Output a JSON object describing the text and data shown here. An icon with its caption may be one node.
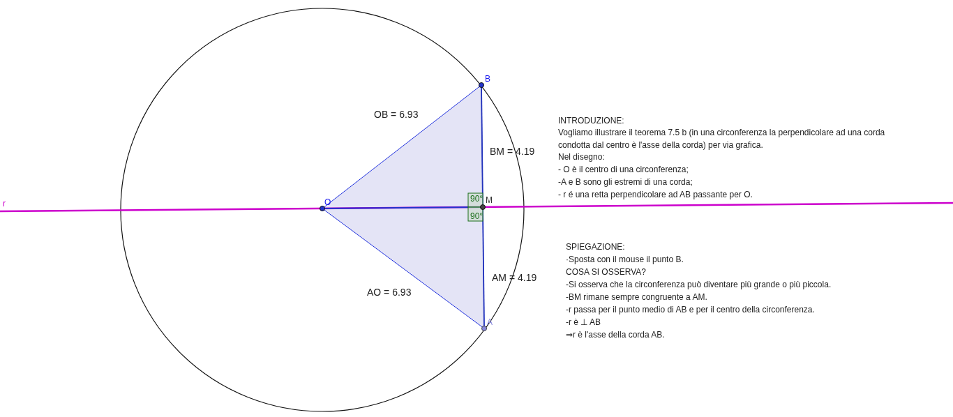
{
  "diagram": {
    "labels": [
      "B",
      "OB = 6.93",
      "INTRODUZIONE:",
      "Vogliamo illustrare il teorema 7.5 b (in una circonferenza la perpendicolare ad una corda condotta dal centro è l'asse della corda) per via grafica.",
      "Nel disegno:",
      "- O è il centro di una circonferenza;",
      "-A e B sono gli estremi di una corda;",
      "BM = 4.19",
      "- r é una retta perpendicolare ad AB passante per O.",
      "90°",
      "M",
      "r",
      "O",
      "90°",
      "SPIEGAZIONE:",
      "·Sposta con il mouse il punto B.",
      "COSA SI OSSERVA?",
      "AM = 4.19",
      "-Si osserva che la circonferenza può diventare più grande o più piccola.",
      "-BM rimane sempre congruente a AM.",
      "AO = 6.93",
      "-r passa per il punto medio di AB e per il centro della circonferenza.",
      "-r è ⊥ AB",
      "⇒r è l'asse della corda AB.",
      "A"
    ]
  }
}
